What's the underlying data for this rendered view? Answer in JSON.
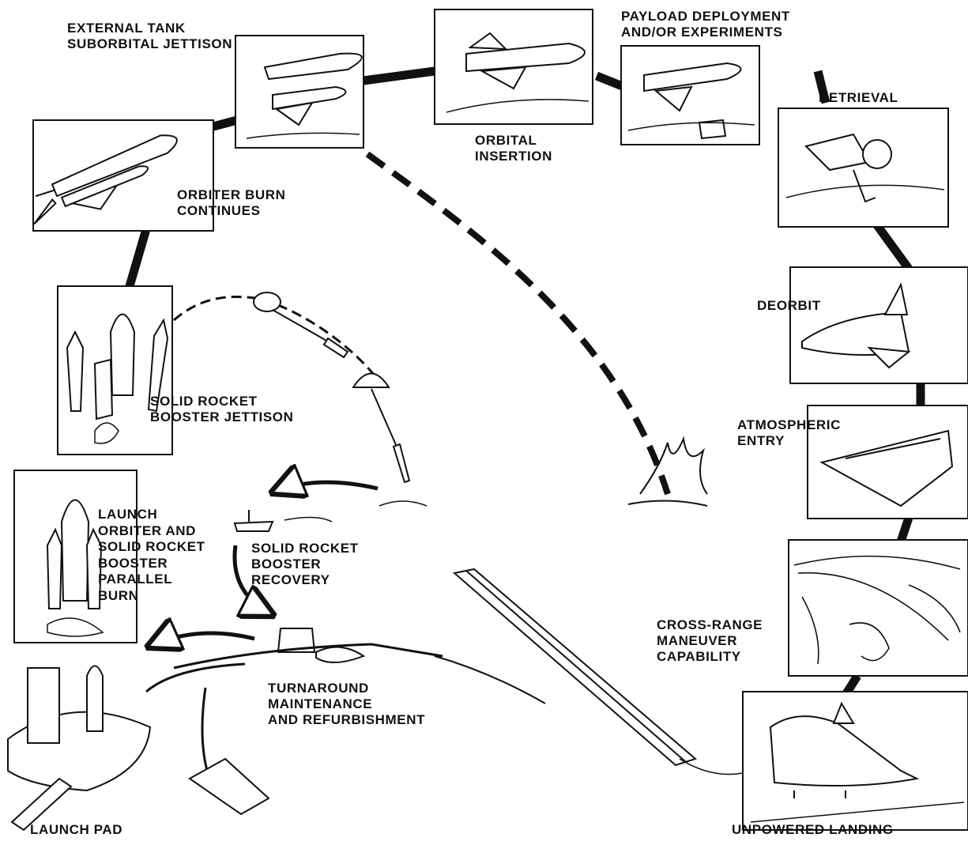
{
  "diagram": {
    "stages": [
      {
        "id": "external-tank-jettison",
        "label": "EXTERNAL TANK\nSUBORBITAL JETTISON"
      },
      {
        "id": "orbital-insertion",
        "label": "ORBITAL\nINSERTION"
      },
      {
        "id": "payload-deployment",
        "label": "PAYLOAD DEPLOYMENT\nAND/OR EXPERIMENTS"
      },
      {
        "id": "retrieval",
        "label": "RETRIEVAL"
      },
      {
        "id": "orbiter-burn",
        "label": "ORBITER BURN\nCONTINUES"
      },
      {
        "id": "deorbit",
        "label": "DEORBIT"
      },
      {
        "id": "srb-jettison",
        "label": "SOLID ROCKET\nBOOSTER JETTISON"
      },
      {
        "id": "atmospheric-entry",
        "label": "ATMOSPHERIC\nENTRY"
      },
      {
        "id": "launch",
        "label": "LAUNCH\nORBITER AND\nSOLID ROCKET\nBOOSTER\nPARALLEL\nBURN"
      },
      {
        "id": "srb-recovery",
        "label": "SOLID ROCKET\nBOOSTER\nRECOVERY"
      },
      {
        "id": "cross-range",
        "label": "CROSS-RANGE\nMANEUVER\nCAPABILITY"
      },
      {
        "id": "turnaround",
        "label": "TURNAROUND\nMAINTENANCE\nAND REFURBISHMENT"
      },
      {
        "id": "launch-pad",
        "label": "LAUNCH PAD"
      },
      {
        "id": "unpowered-landing",
        "label": "UNPOWERED LANDING"
      }
    ]
  }
}
